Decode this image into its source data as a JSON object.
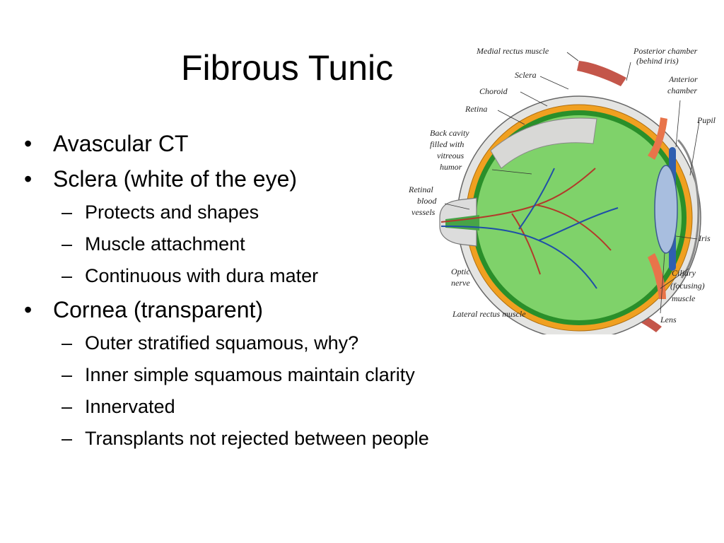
{
  "title": "Fibrous Tunic",
  "bullets": [
    {
      "text": "Avascular CT"
    },
    {
      "text": "Sclera (white of the eye)",
      "sub": [
        "Protects and shapes",
        "Muscle attachment",
        "Continuous with dura mater"
      ]
    },
    {
      "text": "Cornea (transparent)",
      "sub": [
        "Outer stratified squamous, why?",
        "Inner simple squamous maintain clarity",
        "Innervated",
        "Transplants not rejected between people"
      ]
    }
  ],
  "figure": {
    "labels": {
      "medial_rectus": "Medial rectus muscle",
      "posterior_chamber_1": "Posterior chamber",
      "posterior_chamber_2": "(behind iris)",
      "sclera": "Sclera",
      "anterior_1": "Anterior",
      "anterior_2": "chamber",
      "choroid": "Choroid",
      "retina": "Retina",
      "pupil": "Pupil",
      "back_cavity_1": "Back cavity",
      "back_cavity_2": "filled with",
      "back_cavity_3": "vitreous",
      "back_cavity_4": "humor",
      "retinal_1": "Retinal",
      "retinal_2": "blood",
      "retinal_3": "vessels",
      "iris": "Iris",
      "optic_1": "Optic",
      "optic_2": "nerve",
      "ciliary_1": "Ciliary",
      "ciliary_2": "(focusing)",
      "ciliary_3": "muscle",
      "lateral_rectus": "Lateral rectus muscle",
      "lens": "Lens"
    }
  }
}
